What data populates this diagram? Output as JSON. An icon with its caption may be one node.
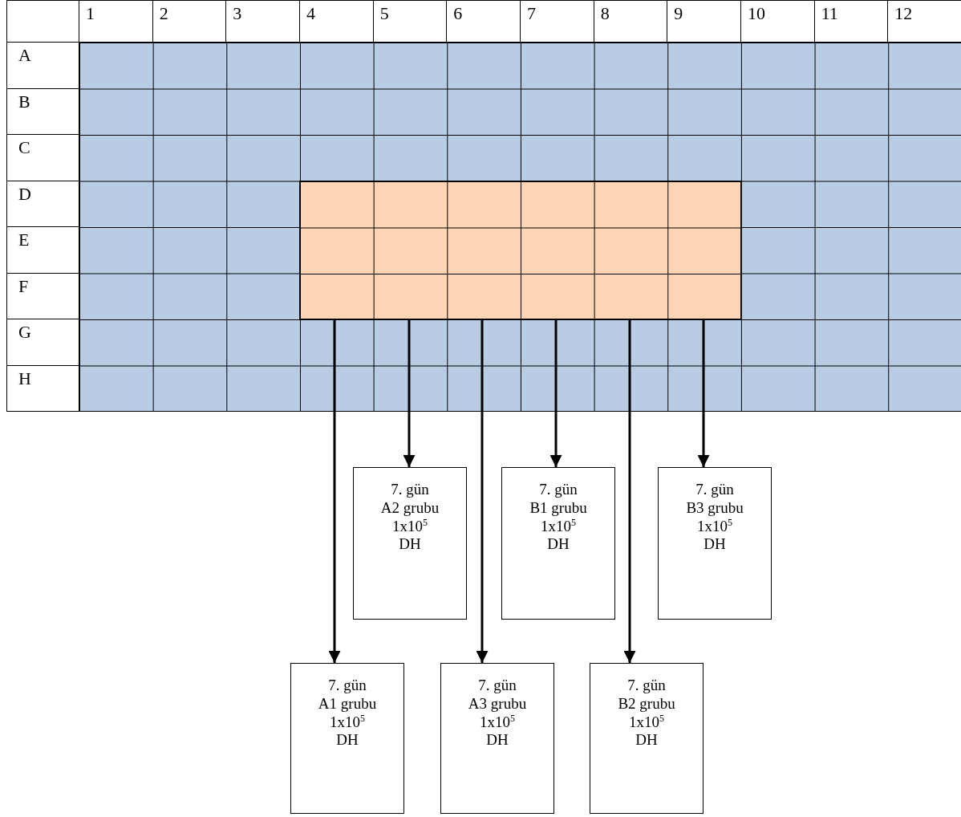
{
  "diagram": {
    "nodes": [
      {
        "text": [],
        "shape": "box"
      },
      {
        "text": [
          "7. gün",
          "A2 grubu",
          "1x10$^{5}$",
          "DH"
        ]
      },
      {
        "text": [
          "7. gün",
          "B1 grubu",
          "1x10$^{5}$",
          "DH"
        ]
      },
      {
        "text": [
          "7. gün",
          "B3 grubu",
          "1x10$^{5}$",
          "DH"
        ]
      },
      {
        "text": [
          "7. gün",
          "A1 grubu",
          "1x10$^{5}$",
          "DH"
        ]
      },
      {
        "text": [
          "7. gün",
          "A3 grubu",
          "1x10$^{5}$",
          "DH"
        ]
      },
      {
        "text": [
          "7. gün",
          "B2 grubu",
          "1x10$^{5}$",
          "DH"
        ]
      }
    ],
    "edges": [
      {
        "from": 0,
        "to": 4,
        "arrow": "to"
      },
      {
        "from": 0,
        "to": 1,
        "arrow": "to"
      },
      {
        "from": 0,
        "to": 5,
        "arrow": "to"
      },
      {
        "from": 0,
        "to": 2,
        "arrow": "to"
      },
      {
        "from": 0,
        "to": 6,
        "arrow": "to"
      },
      {
        "from": 0,
        "to": 3,
        "arrow": "to"
      }
    ],
    "labels": [
      "1",
      "2",
      "3",
      "4",
      "5",
      "6",
      "7",
      "8",
      "9",
      "10",
      "11",
      "12",
      "A",
      "B",
      "C",
      "D",
      "E",
      "F",
      "G",
      "H"
    ]
  }
}
